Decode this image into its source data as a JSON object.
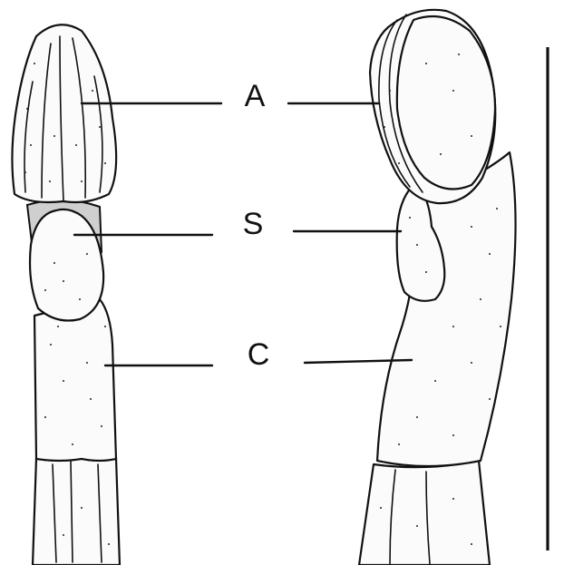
{
  "figure": {
    "labels": {
      "anther": "A",
      "stigma": "S",
      "column": "C"
    }
  }
}
